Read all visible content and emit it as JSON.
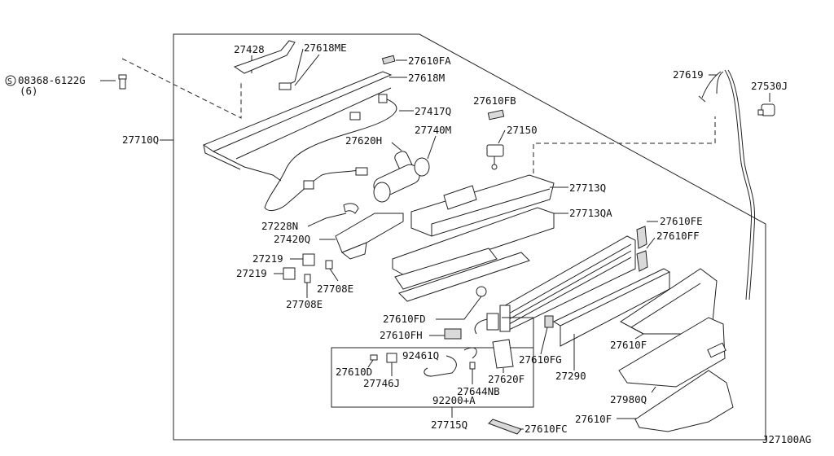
{
  "diagram_id": "J27100AG",
  "screw_ref": "08368-6122G",
  "screw_qty": "(6)",
  "screw_symbol": "S",
  "labels": {
    "p27428": "27428",
    "p27618ME": "27618ME",
    "p27610FA": "27610FA",
    "p27618M": "27618M",
    "p27417Q": "27417Q",
    "p27710Q": "27710Q",
    "p27740M": "27740M",
    "p27620H": "27620H",
    "p27610FB": "27610FB",
    "p27150": "27150",
    "p27713Q": "27713Q",
    "p27713QA": "27713QA",
    "p27228N": "27228N",
    "p27420Q": "27420Q",
    "p27219a": "27219",
    "p27219b": "27219",
    "p27708Ea": "27708E",
    "p27708Eb": "27708E",
    "p27610FD": "27610FD",
    "p27610FH": "27610FH",
    "p92461Q": "92461Q",
    "p27610D": "27610D",
    "p27746J": "27746J",
    "p27644NB": "27644NB",
    "p27620F": "27620F",
    "p92200A": "92200+A",
    "p27715Q": "27715Q",
    "p27610FC": "27610FC",
    "p27610FG": "27610FG",
    "p27290": "27290",
    "p27610F": "27610F",
    "p27980Q": "27980Q",
    "p27610Fb": "27610F",
    "p27610FE": "27610FE",
    "p27610FF": "27610FF",
    "p27619": "27619",
    "p27530J": "27530J"
  }
}
